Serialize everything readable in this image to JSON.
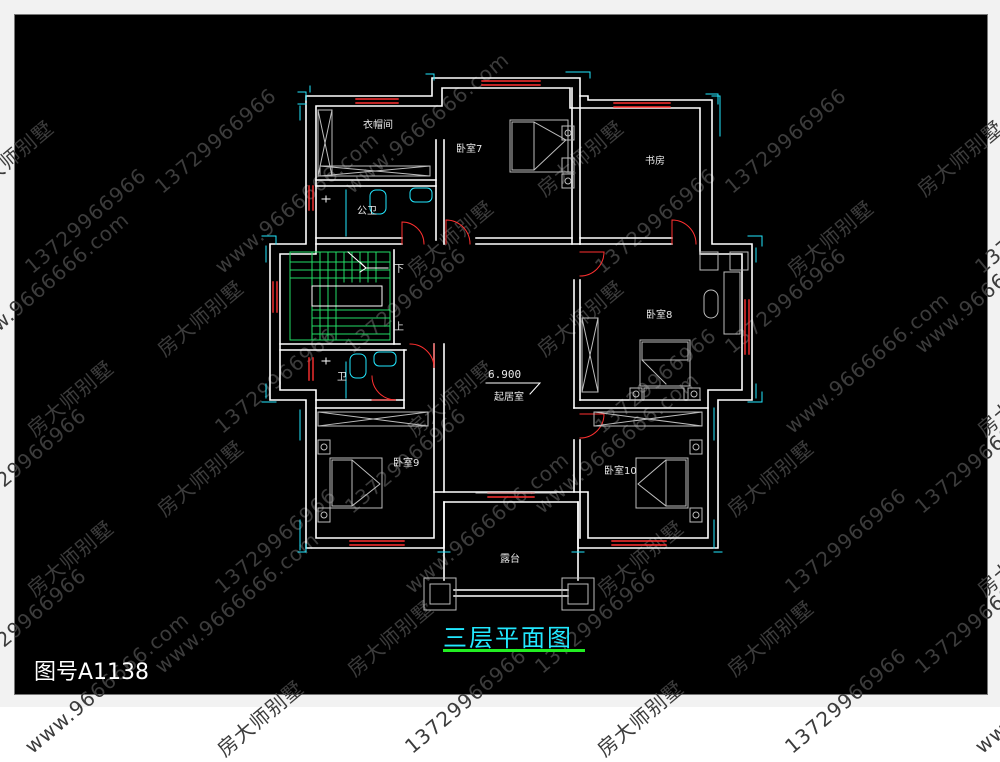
{
  "watermark": {
    "brand": "房大师别墅",
    "phone": "13729966966",
    "site": "www.9666666.com"
  },
  "plan": {
    "title": "三层平面图",
    "figure_number": "图号A1138",
    "elevation": "6.900",
    "rooms": {
      "cloakroom": "衣帽间",
      "bedroom7": "卧室7",
      "study": "书房",
      "bathroom_top": "公卫",
      "bedroom8": "卧室8",
      "living": "起居室",
      "bathroom_left": "卫",
      "bedroom9": "卧室9",
      "bedroom10": "卧室10",
      "terrace": "露台"
    },
    "stair_marks": {
      "down": "下",
      "up": "上"
    }
  },
  "colors": {
    "wall": "#ffffff",
    "window": "#ff3030",
    "furniture": "#bdbdbd",
    "fixture": "#22e8ff",
    "door": "#ff3030",
    "title": "#22e8ff",
    "title_underline": "#22ee22",
    "background": "#000000"
  }
}
